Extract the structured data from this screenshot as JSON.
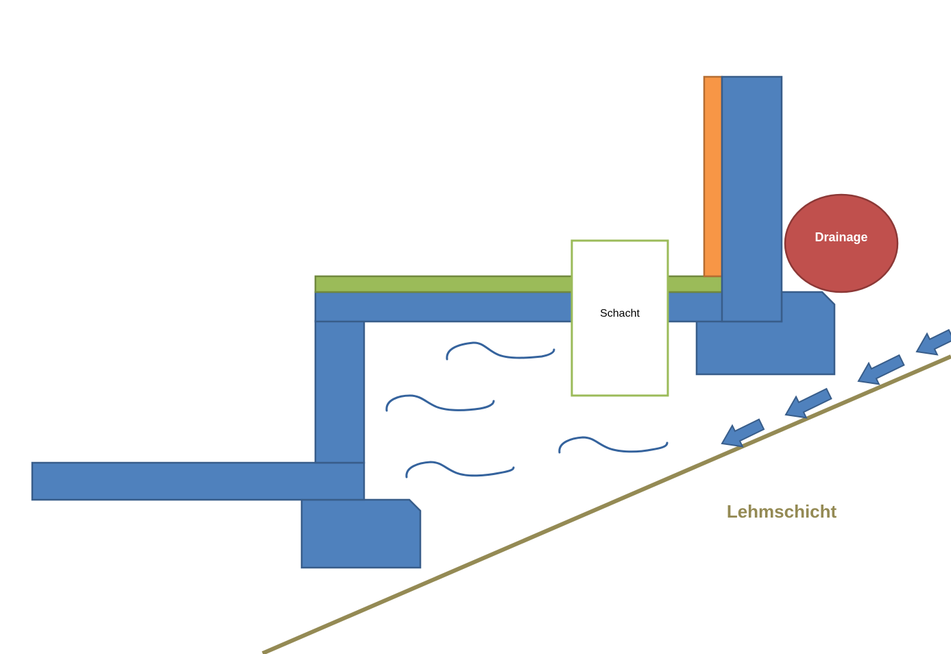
{
  "labels": {
    "shaft": "Schacht",
    "drainage": "Drainage",
    "clay_layer": "Lehmschicht"
  },
  "colors": {
    "concrete": "#4f81bd",
    "insulation": "#9bbb59",
    "orange_layer": "#f79646",
    "drainage_fill": "#c0504d",
    "clay_line": "#948a54",
    "drainage_text": "#ffffff",
    "clay_text": "#948a54"
  },
  "icons": {
    "flow": "arrow-down-left-icon",
    "water": "water-wave-icon"
  }
}
